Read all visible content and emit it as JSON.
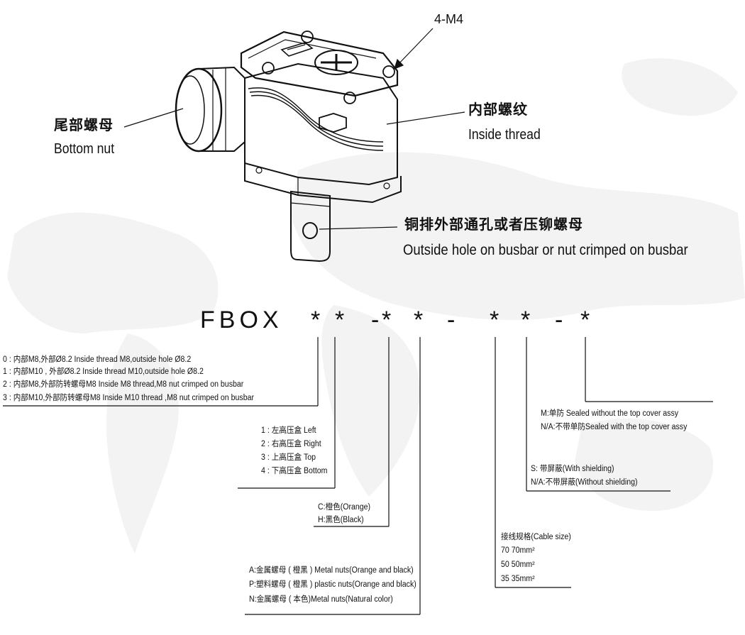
{
  "callouts": {
    "screws": "4-M4",
    "bottom_nut_cn": "尾部螺母",
    "bottom_nut_en": "Bottom nut",
    "inside_thread_cn": "内部螺纹",
    "inside_thread_en": "Inside  thread",
    "busbar_cn": "铜排外部通孔或者压铆螺母",
    "busbar_en": "Outside hole on busbar or nut crimped on busbar"
  },
  "part_code": {
    "prefix": "FBOX",
    "symbols": [
      "*",
      "*",
      "-",
      "*",
      "*",
      "-",
      "*",
      "*",
      "-",
      "*"
    ]
  },
  "options": {
    "thread": [
      "0 : 内部M8,外部Ø8.2 Inside thread M8,outside hole Ø8.2",
      "1 : 内部M10 , 外部Ø8.2 Inside thread M10,outside hole Ø8.2",
      "2 : 内部M8,外部防转螺母M8 Inside M8 thread,M8 nut crimped on busbar",
      "3 : 内部M10,外部防转螺母M8 Inside M10 thread ,M8 nut crimped on busbar"
    ],
    "position": [
      "1 : 左高压盒 Left",
      "2 : 右高压盒 Right",
      "3 : 上高压盒 Top",
      "4 : 下高压盒 Bottom"
    ],
    "color": [
      "C:橙色(Orange)",
      "H:黑色(Black)"
    ],
    "nut": [
      "A:金属螺母 ( 橙黑 ) Metal nuts(Orange and black)",
      "P:塑料螺母 ( 橙黑 ) plastic nuts(Orange and black)",
      "N:金属螺母 ( 本色)Metal nuts(Natural color)"
    ],
    "cable": [
      "接线规格(Cable size)",
      "70  70mm²",
      "50  50mm²",
      "35  35mm²"
    ],
    "shielding": [
      "S: 带屏蔽(With  shielding)",
      "N/A:不带屏蔽(Without  shielding)"
    ],
    "seal": [
      "M:单防 Sealed without the top cover assy",
      "N/A:不带单防Sealed with the top cover assy"
    ]
  },
  "colors": {
    "ink": "#111111",
    "background": "#ffffff",
    "map": "#f2f2f2"
  }
}
